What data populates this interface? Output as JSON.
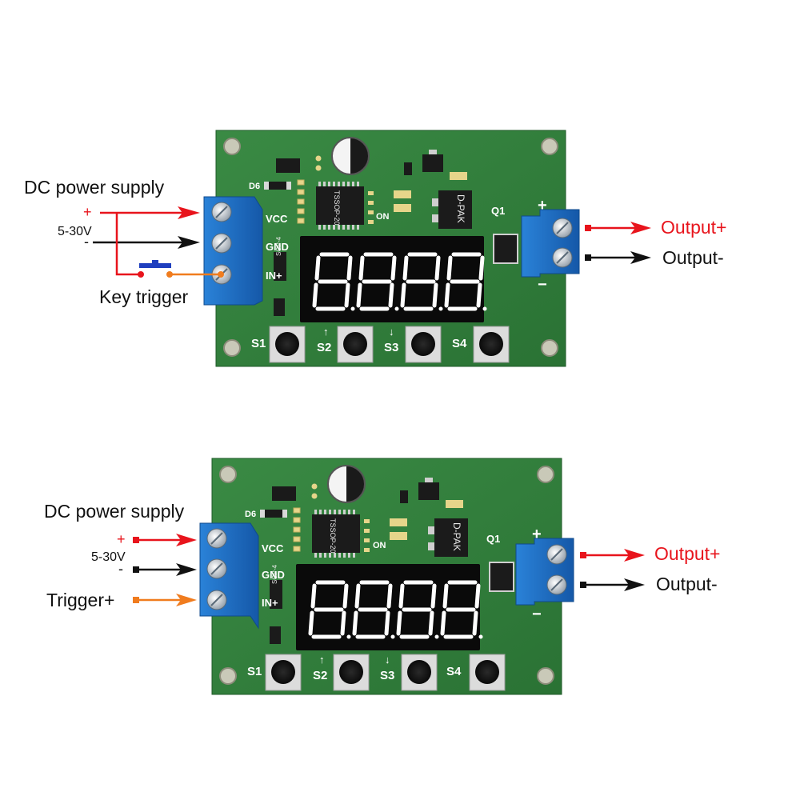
{
  "colors": {
    "pcb": "#2f7d3a",
    "pcb_dark": "#1f5a28",
    "terminal": "#1e6fc2",
    "red": "#e8141c",
    "black": "#111111",
    "orange": "#f07c1e"
  },
  "top": {
    "power_label": "DC power supply",
    "plus": "+",
    "voltage": "5-30V",
    "minus": "-",
    "trigger_label": "Key trigger",
    "vcc": "VCC",
    "gnd": "GND",
    "in_plus": "IN+",
    "d6": "D6",
    "on": "ON",
    "q1": "Q1",
    "dpak": "D-PAK",
    "tssop": "TSSOP-20",
    "sop": "SOP-4",
    "s1": "S1",
    "s2": "S2",
    "s3": "S3",
    "s4": "S4",
    "arrow_up": "↑",
    "arrow_down": "↓",
    "out_plus_sign": "+",
    "out_minus_sign": "−",
    "output_plus": "Output+",
    "output_minus": "Output-"
  },
  "bottom": {
    "power_label": "DC power supply",
    "plus": "+",
    "voltage": "5-30V",
    "minus": "-",
    "trigger_label": "Trigger+",
    "vcc": "VCC",
    "gnd": "GND",
    "in_plus": "IN+",
    "d6": "D6",
    "on": "ON",
    "q1": "Q1",
    "dpak": "D-PAK",
    "tssop": "TSSOP-20",
    "sop": "SOP-4",
    "s1": "S1",
    "s2": "S2",
    "s3": "S3",
    "s4": "S4",
    "arrow_up": "↑",
    "arrow_down": "↓",
    "out_plus_sign": "+",
    "out_minus_sign": "−",
    "output_plus": "Output+",
    "output_minus": "Output-"
  }
}
